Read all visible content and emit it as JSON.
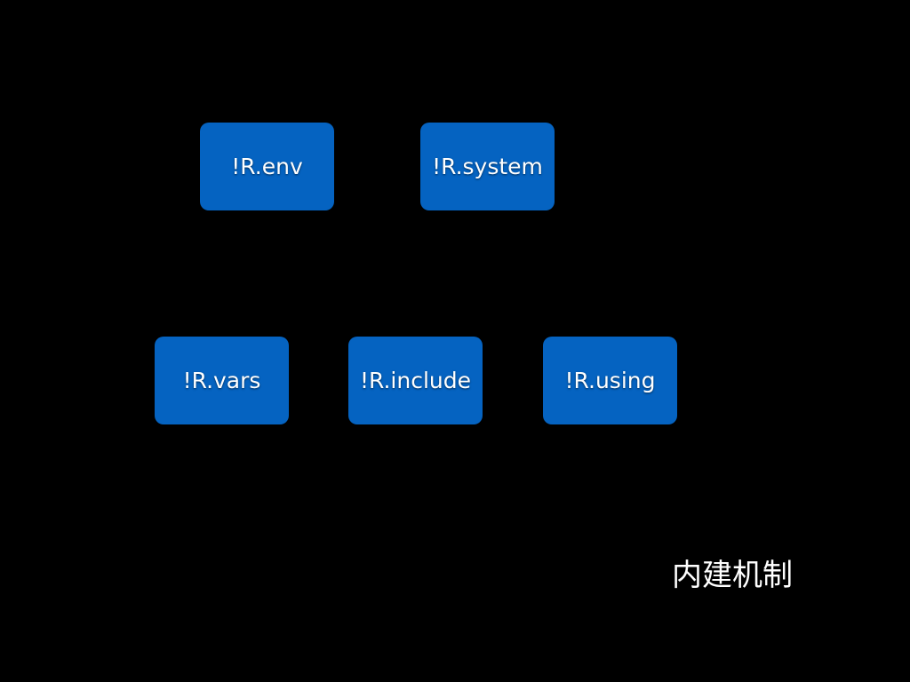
{
  "colors": {
    "background": "#000000",
    "node_fill": "#0563c1",
    "text": "#ffffff"
  },
  "nodes": {
    "env": "!R.env",
    "system": "!R.system",
    "vars": "!R.vars",
    "include": "!R.include",
    "using": "!R.using"
  },
  "caption": "内建机制"
}
